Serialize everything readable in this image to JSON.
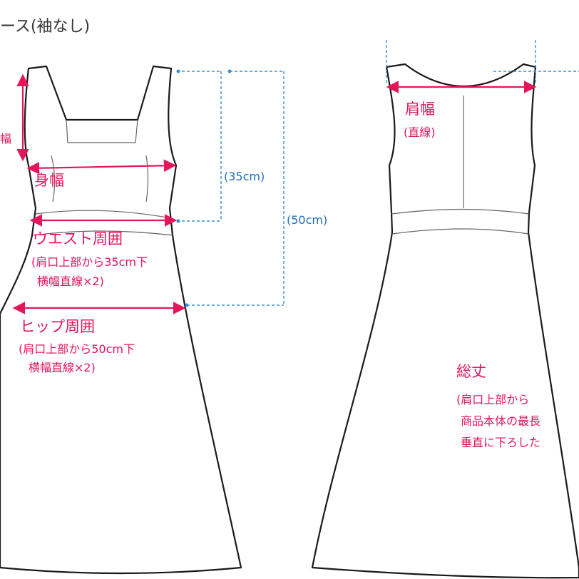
{
  "title": "ース(袖なし)",
  "front": {
    "label_shoulder_partial": "幅",
    "label_bodice": "身幅",
    "label_waist": "ウエスト周囲",
    "waist_note_1": "(肩口上部から35cm下",
    "waist_note_2": "横幅直線×2)",
    "label_hip": "ヒップ周囲",
    "hip_note_1": "(肩口上部から50cm下",
    "hip_note_2": "横幅直線×2)",
    "dim_waist": "(35cm)",
    "dim_hip": "(50cm)"
  },
  "back": {
    "label_shoulder": "肩幅",
    "shoulder_note": "(直線)",
    "label_length": "総丈",
    "length_note_1": "(肩口上部から",
    "length_note_2": "商品本体の最長",
    "length_note_3": "垂直に下ろした"
  },
  "colors": {
    "label": "#e4165a",
    "dimension": "#1f6fb8",
    "outline": "#1a1a1a"
  }
}
